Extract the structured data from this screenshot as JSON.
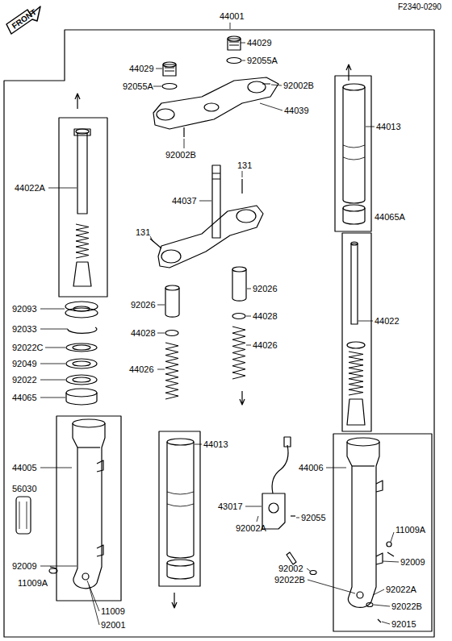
{
  "diagram": {
    "labels": [
      "F2340-0290",
      "FRONT",
      "44001",
      "44029",
      "92055A",
      "44029",
      "92055A",
      "92002B",
      "44039",
      "44013",
      "92002B",
      "44022A",
      "131",
      "44037",
      "44065A",
      "131",
      "92026",
      "92026",
      "44028",
      "44022",
      "92093",
      "92033",
      "44028",
      "44026",
      "92022C",
      "92049",
      "44026",
      "92022",
      "44065",
      "44013",
      "44005",
      "44006",
      "56030",
      "43017",
      "92055",
      "92002A",
      "11009A",
      "92009",
      "92009",
      "11009A",
      "92002",
      "92022B",
      "92022A",
      "11009",
      "92022B",
      "92001",
      "92015"
    ]
  }
}
